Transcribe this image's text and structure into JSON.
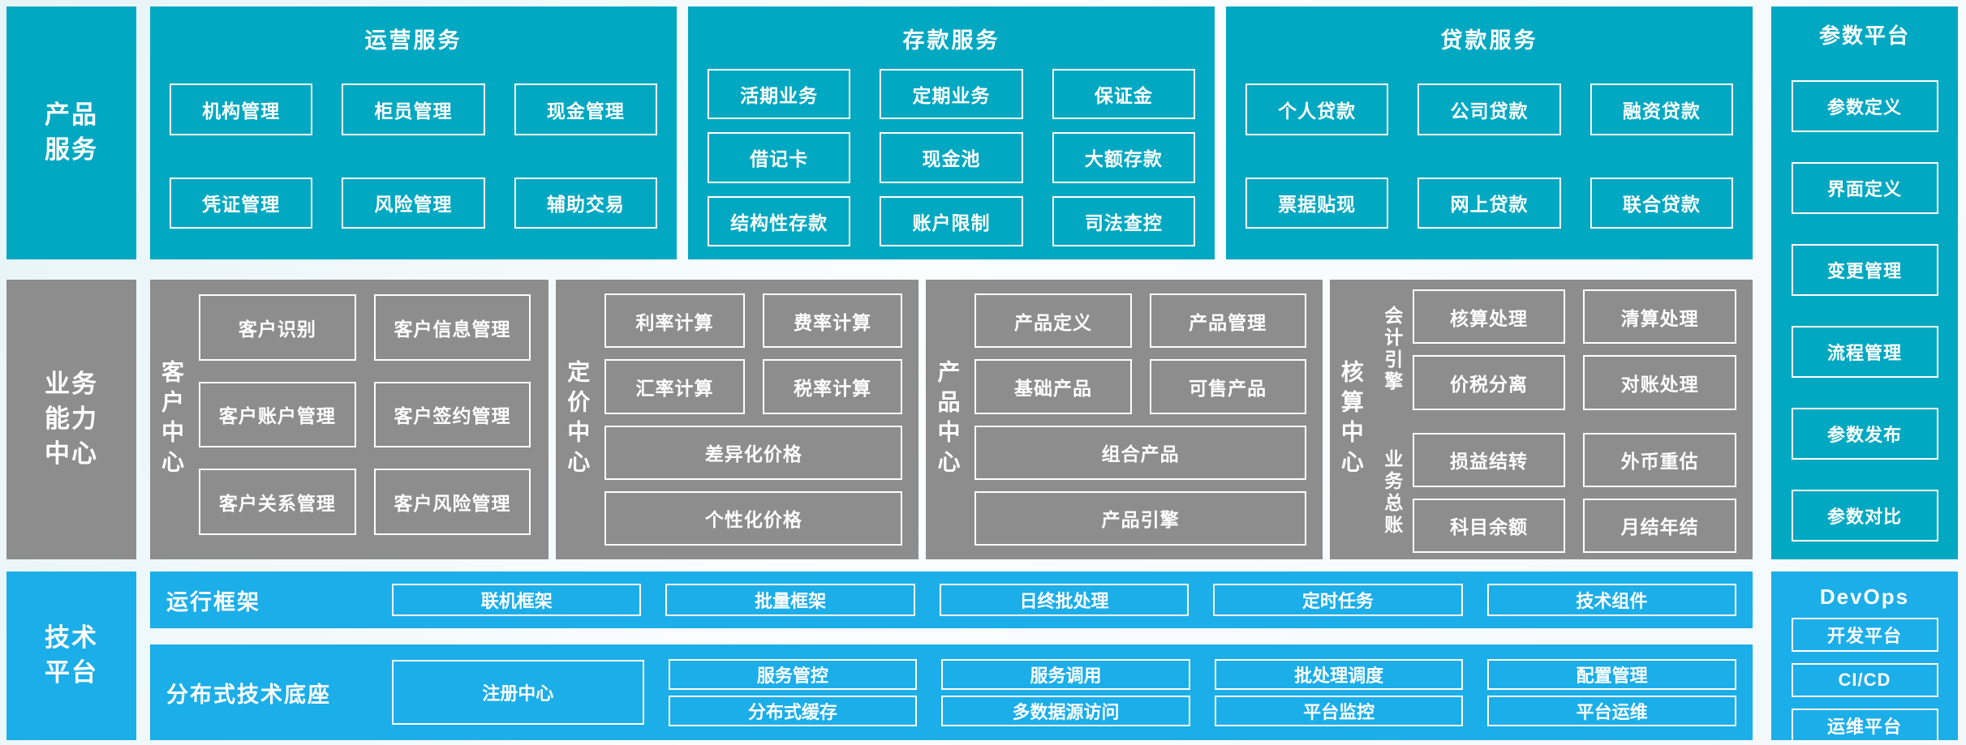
{
  "palette": {
    "teal": "#00A8C1",
    "gray": "#8D8D8D",
    "blue": "#1BAEE9",
    "text": "#FFFFFF"
  },
  "products": {
    "label": "产品\n服务",
    "sections": [
      {
        "title": "运营服务",
        "rows": [
          [
            "机构管理",
            "柜员管理",
            "现金管理"
          ],
          [
            "凭证管理",
            "风险管理",
            "辅助交易"
          ]
        ]
      },
      {
        "title": "存款服务",
        "rows": [
          [
            "活期业务",
            "定期业务",
            "保证金"
          ],
          [
            "借记卡",
            "现金池",
            "大额存款"
          ],
          [
            "结构性存款",
            "账户限制",
            "司法查控"
          ]
        ]
      },
      {
        "title": "贷款服务",
        "rows": [
          [
            "个人贷款",
            "公司贷款",
            "融资贷款"
          ],
          [
            "票据贴现",
            "网上贷款",
            "联合贷款"
          ]
        ]
      }
    ]
  },
  "capabilities": {
    "label": "业务\n能力\n中心",
    "centers": [
      {
        "vlabel": "客户中心",
        "grid": [
          [
            "客户识别",
            "客户信息管理"
          ],
          [
            "客户账户管理",
            "客户签约管理"
          ],
          [
            "客户关系管理",
            "客户风险管理"
          ]
        ],
        "full": []
      },
      {
        "vlabel": "定价中心",
        "grid": [
          [
            "利率计算",
            "费率计算"
          ],
          [
            "汇率计算",
            "税率计算"
          ]
        ],
        "full": [
          "差异化价格",
          "个性化价格"
        ]
      },
      {
        "vlabel": "产品中心",
        "grid": [
          [
            "产品定义",
            "产品管理"
          ],
          [
            "基础产品",
            "可售产品"
          ]
        ],
        "full": [
          "组合产品",
          "产品引擎"
        ]
      },
      {
        "vlabel": "核算中心",
        "groups": [
          {
            "vlabel": "会计引擎",
            "grid": [
              [
                "核算处理",
                "清算处理"
              ],
              [
                "价税分离",
                "对账处理"
              ]
            ]
          },
          {
            "vlabel": "业务总账",
            "grid": [
              [
                "损益结转",
                "外币重估"
              ],
              [
                "科目余额",
                "月结年结"
              ]
            ]
          }
        ]
      }
    ]
  },
  "tech": {
    "label": "技术\n平台",
    "runtime": {
      "label": "运行框架",
      "items": [
        "联机框架",
        "批量框架",
        "日终批处理",
        "定时任务",
        "技术组件"
      ]
    },
    "base": {
      "label": "分布式技术底座",
      "registry": "注册中心",
      "columns": [
        [
          "服务管控",
          "分布式缓存"
        ],
        [
          "服务调用",
          "多数据源访问"
        ],
        [
          "批处理调度",
          "平台监控"
        ],
        [
          "配置管理",
          "平台运维"
        ]
      ]
    }
  },
  "right": {
    "params": {
      "title": "参数平台",
      "items": [
        "参数定义",
        "界面定义",
        "变更管理",
        "流程管理",
        "参数发布",
        "参数对比"
      ]
    },
    "devops": {
      "title": "DevOps",
      "items": [
        "开发平台",
        "CI/CD",
        "运维平台"
      ]
    }
  }
}
